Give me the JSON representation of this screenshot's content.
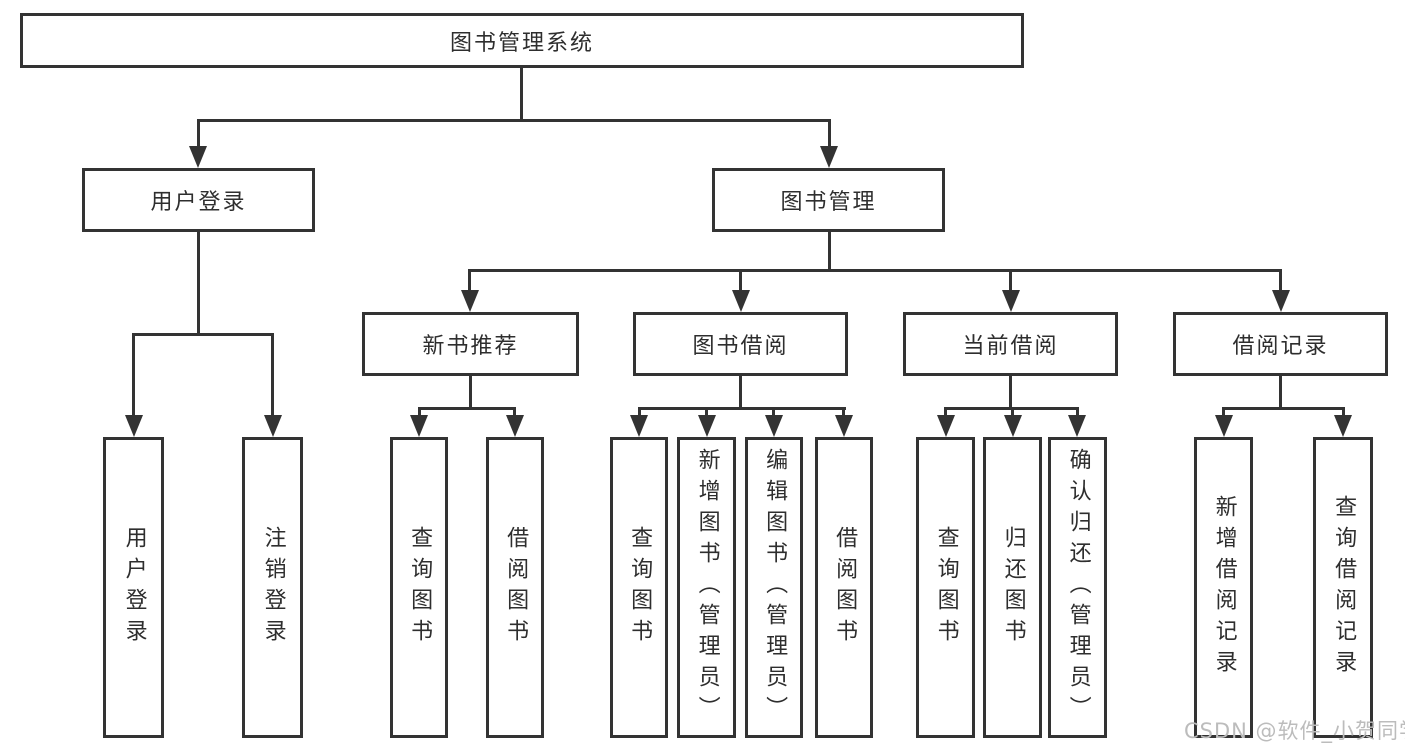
{
  "diagram": {
    "root": {
      "label": "图书管理系统",
      "children": [
        {
          "label": "用户登录",
          "children": [
            {
              "label": "用户登录"
            },
            {
              "label": "注销登录"
            }
          ]
        },
        {
          "label": "图书管理",
          "children": [
            {
              "label": "新书推荐",
              "children": [
                {
                  "label": "查询图书"
                },
                {
                  "label": "借阅图书"
                }
              ]
            },
            {
              "label": "图书借阅",
              "children": [
                {
                  "label": "查询图书"
                },
                {
                  "label": "新增图书（管理员）"
                },
                {
                  "label": "编辑图书（管理员）"
                },
                {
                  "label": "借阅图书"
                }
              ]
            },
            {
              "label": "当前借阅",
              "children": [
                {
                  "label": "查询图书"
                },
                {
                  "label": "归还图书"
                },
                {
                  "label": "确认归还（管理员）"
                }
              ]
            },
            {
              "label": "借阅记录",
              "children": [
                {
                  "label": "新增借阅记录"
                },
                {
                  "label": "查询借阅记录"
                }
              ]
            }
          ]
        }
      ]
    }
  },
  "watermark": {
    "text": "CSDN @软件_小贺同学"
  },
  "colors": {
    "line": "#333333",
    "text": "#2e2e2e",
    "watermark": "#bcbcbc",
    "background": "#ffffff"
  }
}
